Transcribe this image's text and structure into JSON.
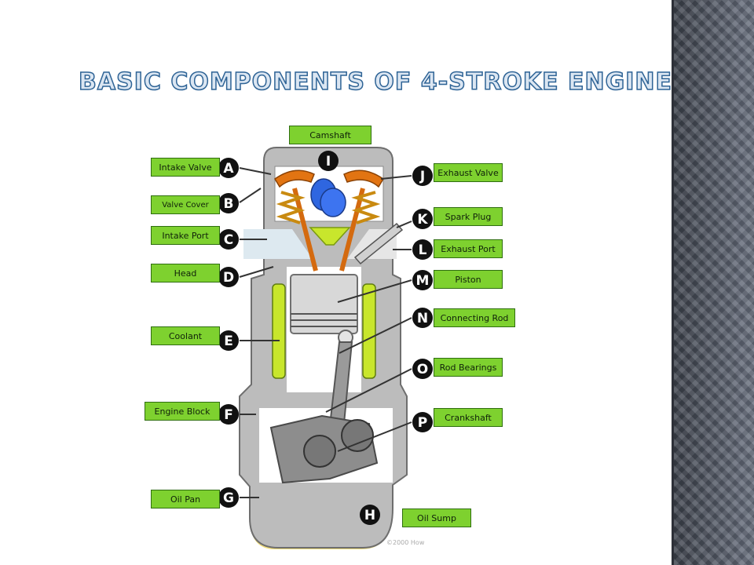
{
  "title": "Basic Components of 4-Stroke Engine",
  "labels": {
    "camshaft": "Camshaft",
    "intake_valve": "Intake Valve",
    "valve_cover": "Valve Cover",
    "intake_port": "Intake Port",
    "head": "Head",
    "coolant": "Coolant",
    "engine_block": "Engine Block",
    "oil_pan": "Oil Pan",
    "exhaust_valve": "Exhaust Valve",
    "spark_plug": "Spark Plug",
    "exhaust_port": "Exhaust Port",
    "piston": "Piston",
    "connecting_rod": "Connecting Rod",
    "rod_bearings": "Rod Bearings",
    "crankshaft": "Crankshaft",
    "oil_sump": "Oil Sump"
  },
  "letters": {
    "A": "A",
    "B": "B",
    "C": "C",
    "D": "D",
    "E": "E",
    "F": "F",
    "G": "G",
    "H": "H",
    "I": "I",
    "J": "J",
    "K": "K",
    "L": "L",
    "M": "M",
    "N": "N",
    "O": "O",
    "P": "P"
  },
  "copyright": "©2000 How"
}
